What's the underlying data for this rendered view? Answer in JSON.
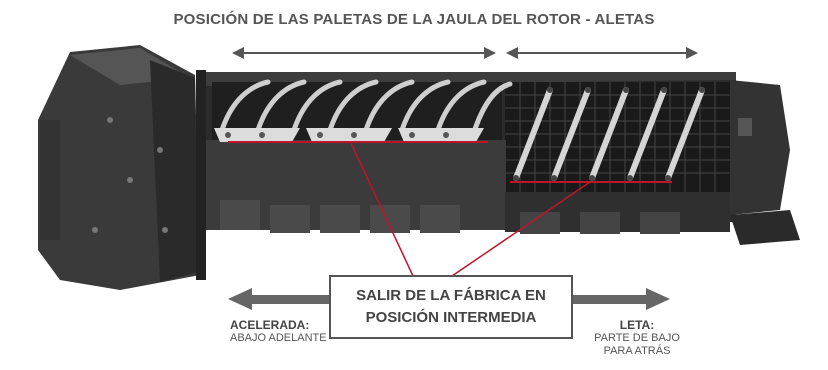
{
  "title": "POSICIÓN DE LAS PALETAS DE LA JAULA DEL ROTOR - ALETAS",
  "callout": {
    "line1": "SALIR DE LA FÁBRICA EN",
    "line2": "POSICIÓN INTERMEDIA"
  },
  "left_label": {
    "title": "ACELERADA:",
    "subtitle": "ABAJO ADELANTE"
  },
  "right_label": {
    "title": "LETA:",
    "line1": "PARTE DE BAJO",
    "line2": "PARA ATRÁS"
  },
  "colors": {
    "machine_dark": "#2b2b2b",
    "machine_mid": "#4a4a4a",
    "vane_light": "#d9d9d9",
    "arrow_gray": "#666666",
    "indicator_red": "#c0142b"
  }
}
